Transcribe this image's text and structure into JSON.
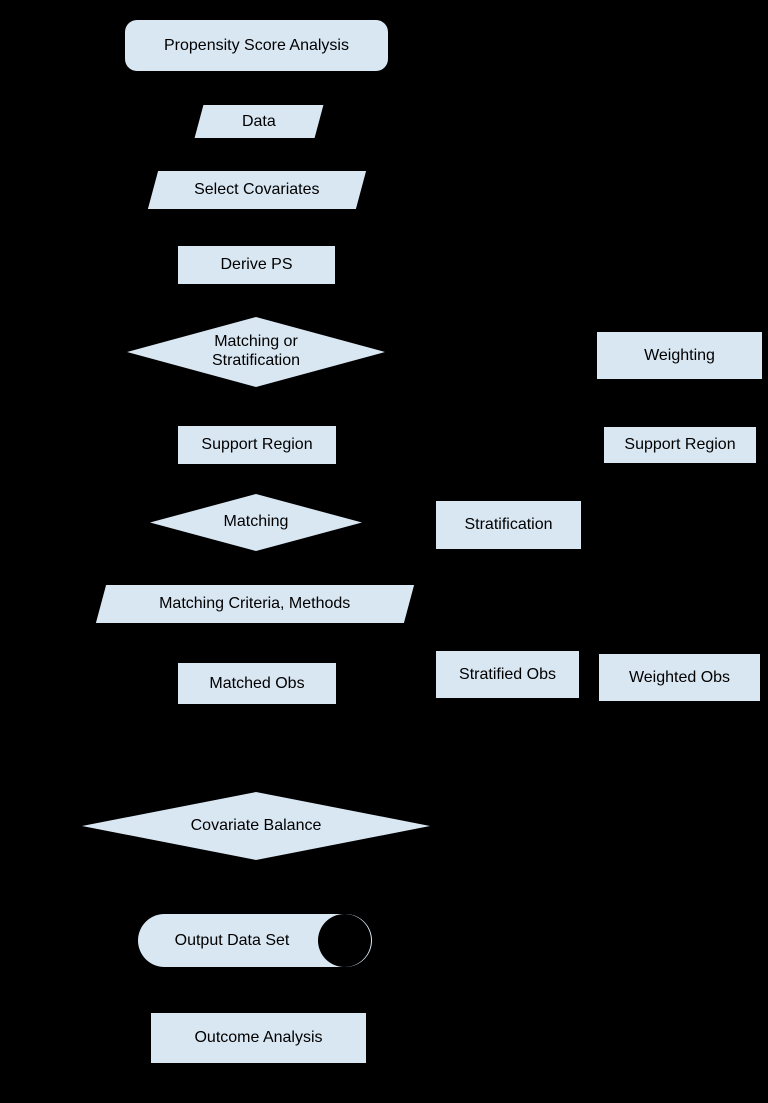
{
  "diagram": {
    "type": "flowchart",
    "colors": {
      "background": "#000000",
      "node_fill": "#d9e7f3",
      "text": "#000000",
      "storage_cap": "#000000"
    },
    "nodes": {
      "start": {
        "label": "Propensity Score Analysis",
        "shape": "rounded-rectangle"
      },
      "data_input": {
        "label": "Data",
        "shape": "parallelogram"
      },
      "select_covariates": {
        "label": "Select Covariates",
        "shape": "parallelogram"
      },
      "derive_ps": {
        "label": "Derive PS",
        "shape": "rectangle"
      },
      "matching_or_stratification": {
        "label": "Matching or\nStratification",
        "shape": "diamond"
      },
      "weighting": {
        "label": "Weighting",
        "shape": "rectangle"
      },
      "support_region_left": {
        "label": "Support Region",
        "shape": "rectangle"
      },
      "support_region_right": {
        "label": "Support Region",
        "shape": "rectangle"
      },
      "matching": {
        "label": "Matching",
        "shape": "diamond"
      },
      "stratification": {
        "label": "Stratification",
        "shape": "rectangle"
      },
      "matching_criteria": {
        "label": "Matching Criteria, Methods",
        "shape": "parallelogram"
      },
      "matched_obs": {
        "label": "Matched Obs",
        "shape": "rectangle"
      },
      "stratified_obs": {
        "label": "Stratified Obs",
        "shape": "rectangle"
      },
      "weighted_obs": {
        "label": "Weighted Obs",
        "shape": "rectangle"
      },
      "covariate_balance": {
        "label": "Covariate Balance",
        "shape": "diamond"
      },
      "output_data_set": {
        "label": "Output Data Set",
        "shape": "stored-data"
      },
      "outcome_analysis": {
        "label": "Outcome Analysis",
        "shape": "rectangle"
      }
    }
  }
}
